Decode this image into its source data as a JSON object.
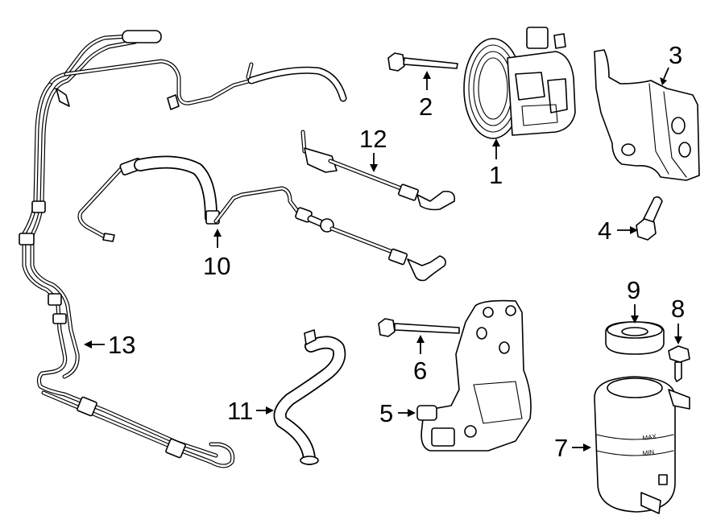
{
  "callouts": [
    {
      "id": "1",
      "text": "1"
    },
    {
      "id": "2",
      "text": "2"
    },
    {
      "id": "3",
      "text": "3"
    },
    {
      "id": "4",
      "text": "4"
    },
    {
      "id": "5",
      "text": "5"
    },
    {
      "id": "6",
      "text": "6"
    },
    {
      "id": "7",
      "text": "7"
    },
    {
      "id": "8",
      "text": "8"
    },
    {
      "id": "9",
      "text": "9"
    },
    {
      "id": "10",
      "text": "10"
    },
    {
      "id": "11",
      "text": "11"
    },
    {
      "id": "12",
      "text": "12"
    },
    {
      "id": "13",
      "text": "13"
    }
  ],
  "reservoir": {
    "max_label": "MAX",
    "min_label": "MIN"
  }
}
